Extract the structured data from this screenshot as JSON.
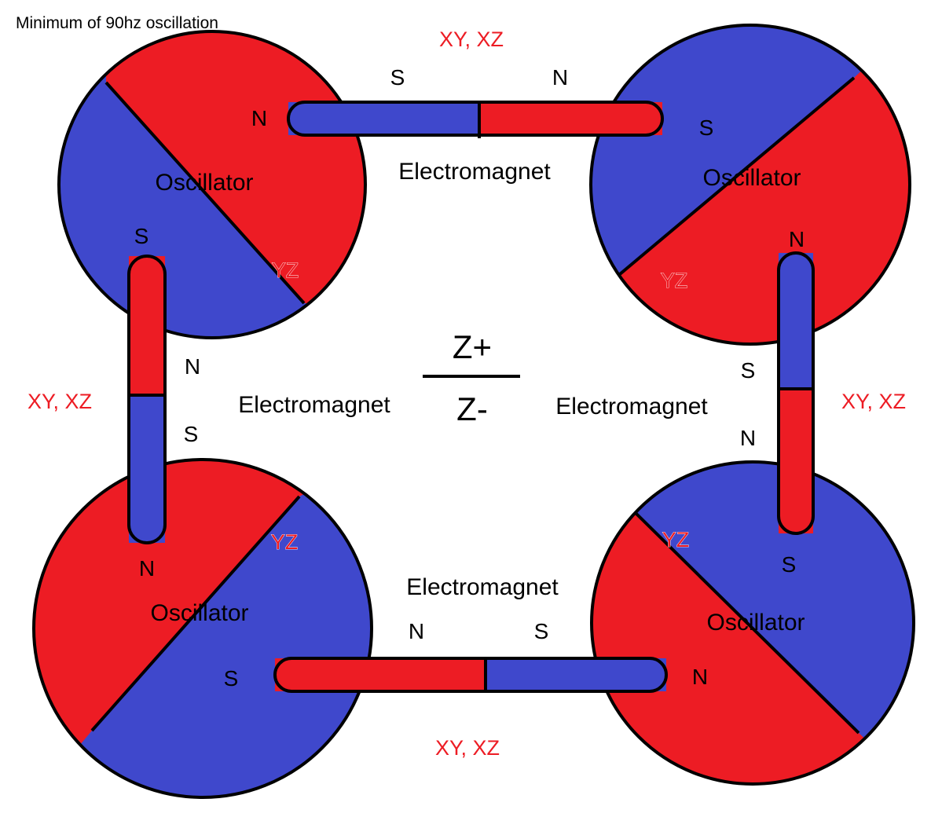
{
  "note": "Minimum of 90hz oscillation",
  "colors": {
    "north": "#ed1c24",
    "south": "#3f48cc",
    "outline": "#000000",
    "plane_label": "#ed1c24"
  },
  "center": {
    "numerator": "Z+",
    "denominator": "Z-"
  },
  "oscillators": {
    "top_left": {
      "label": "Oscillator",
      "plane": "YZ"
    },
    "top_right": {
      "label": "Oscillator",
      "plane": "YZ"
    },
    "bottom_left": {
      "label": "Oscillator",
      "plane": "YZ"
    },
    "bottom_right": {
      "label": "Oscillator",
      "plane": "YZ"
    }
  },
  "oscillator_poles": {
    "top_left_n": "N",
    "top_left_s": "S",
    "top_right_s": "S",
    "top_right_n": "N",
    "bottom_left_n": "N",
    "bottom_left_s": "S",
    "bottom_right_s": "S",
    "bottom_right_n": "N"
  },
  "electromagnets": {
    "top": {
      "label": "Electromagnet",
      "planes": "XY, XZ",
      "pole_left": "S",
      "pole_right": "N"
    },
    "bottom": {
      "label": "Electromagnet",
      "planes": "XY, XZ",
      "pole_left": "N",
      "pole_right": "S"
    },
    "left": {
      "label": "Electromagnet",
      "planes": "XY, XZ",
      "pole_top": "N",
      "pole_bottom": "S"
    },
    "right": {
      "label": "Electromagnet",
      "planes": "XY, XZ",
      "pole_top": "S",
      "pole_bottom": "N"
    }
  }
}
